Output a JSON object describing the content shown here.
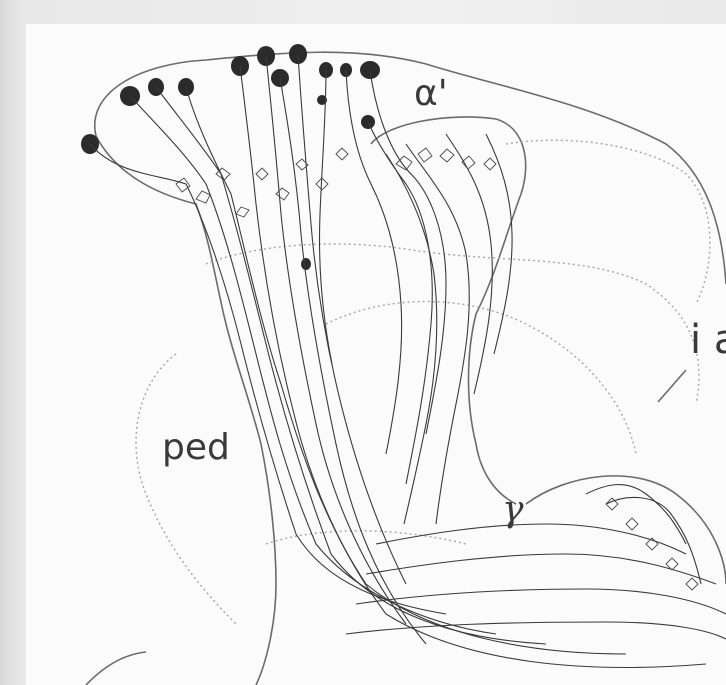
{
  "figure": {
    "labels": {
      "alpha_prime": "α'",
      "pedunculus": "ped",
      "gamma": "γ",
      "inner_antennocerebral_tract": "i a"
    }
  },
  "colors": {
    "ink": "#2e2e2e",
    "dotted_outline": "#9a9a9a",
    "paper": "#fbfbfb"
  }
}
